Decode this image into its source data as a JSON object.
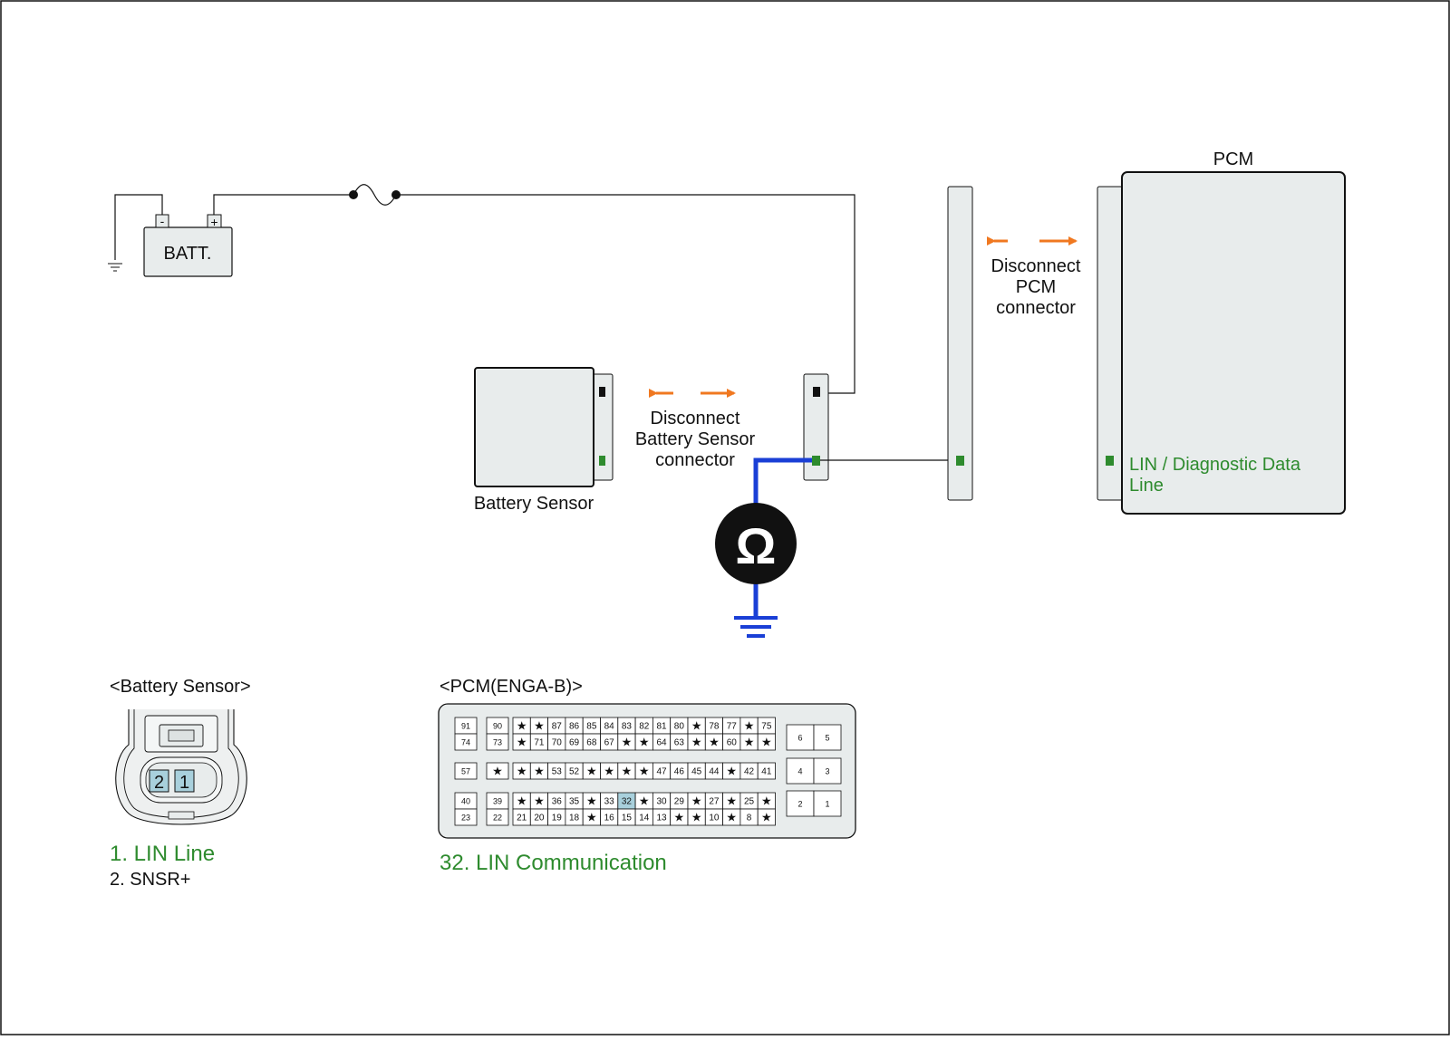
{
  "labels": {
    "batt": "BATT.",
    "batt_minus": "-",
    "batt_plus": "+",
    "pcm_title": "PCM",
    "disconnect_pcm_1": "Disconnect",
    "disconnect_pcm_2": "PCM",
    "disconnect_pcm_3": "connector",
    "disconnect_bs_1": "Disconnect",
    "disconnect_bs_2": "Battery Sensor",
    "disconnect_bs_3": "connector",
    "battery_sensor": "Battery Sensor",
    "lin_line_1": "LIN / Diagnostic Data",
    "lin_line_2": "Line",
    "ohm": "Ω"
  },
  "connectors": {
    "battery_sensor": {
      "title": "<Battery Sensor>",
      "pins": [
        "2",
        "1"
      ],
      "legend": [
        {
          "text": "1. LIN Line",
          "highlight": true
        },
        {
          "text": "2. SNSR+",
          "highlight": false
        }
      ]
    },
    "pcm": {
      "title": "<PCM(ENGA-B)>",
      "legend": [
        {
          "text": "32. LIN Communication",
          "highlight": true
        }
      ],
      "highlight_pin": "32",
      "left_block": [
        [
          "91",
          "90"
        ],
        [
          "74",
          "73"
        ],
        [
          "57",
          "★"
        ],
        [
          "40",
          "39"
        ],
        [
          "23",
          "22"
        ]
      ],
      "main_rows": [
        [
          "★",
          "★",
          "87",
          "86",
          "85",
          "84",
          "83",
          "82",
          "81",
          "80",
          "★",
          "78",
          "77",
          "★",
          "75"
        ],
        [
          "★",
          "71",
          "70",
          "69",
          "68",
          "67",
          "★",
          "★",
          "64",
          "63",
          "★",
          "★",
          "60",
          "★",
          "★"
        ],
        [
          "★",
          "★",
          "53",
          "52",
          "★",
          "★",
          "★",
          "★",
          "47",
          "46",
          "45",
          "44",
          "★",
          "42",
          "41"
        ],
        [
          "★",
          "★",
          "36",
          "35",
          "★",
          "33",
          "32",
          "★",
          "30",
          "29",
          "★",
          "27",
          "★",
          "25",
          "★"
        ],
        [
          "21",
          "20",
          "19",
          "18",
          "★",
          "16",
          "15",
          "14",
          "13",
          "★",
          "★",
          "10",
          "★",
          "8",
          "★"
        ]
      ],
      "right_block": [
        [
          "6",
          "5"
        ],
        [
          "4",
          "3"
        ],
        [
          "2",
          "1"
        ]
      ]
    }
  },
  "colors": {
    "line": "#111111",
    "lin_wire": "#1a3fd6",
    "arrow": "#f07820",
    "accent_green": "#2e8b2e",
    "box_fill": "#e8ecec",
    "pin_highlight": "#a8d0dc"
  },
  "icons": [
    "fuse-icon",
    "ground-icon",
    "ohmmeter-icon",
    "disconnect-arrow-icon"
  ]
}
